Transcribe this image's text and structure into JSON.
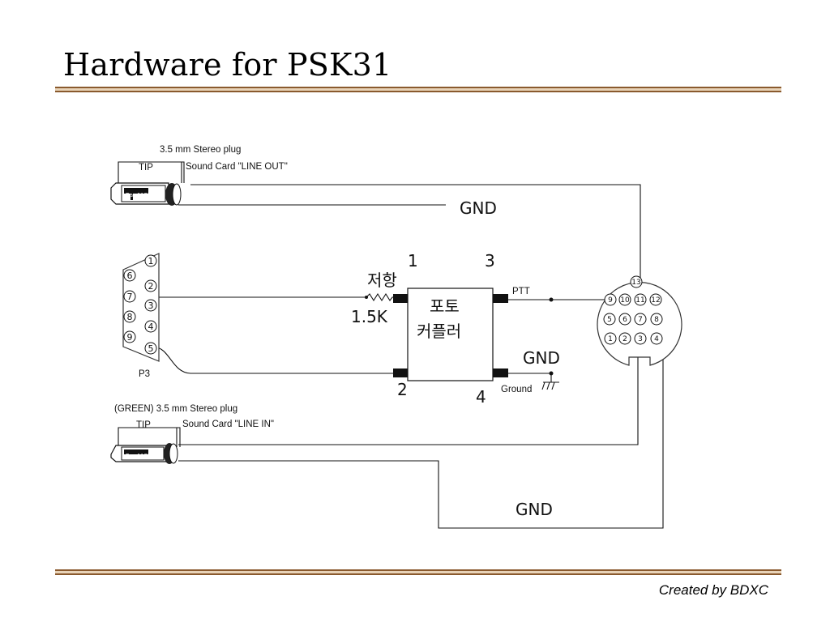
{
  "slide": {
    "title": "Hardware for PSK31",
    "footer": "Created by BDXC"
  },
  "diagram": {
    "plug_top": {
      "label": "3.5 mm Stereo plug",
      "tip": "TIP",
      "sound_card": "Sound Card \"LINE OUT\"",
      "body_text": "Bax4A83"
    },
    "plug_bottom": {
      "label": "(GREEN) 3.5 mm Stereo plug",
      "tip": "TIP",
      "sound_card": "Sound Card \"LINE IN\"",
      "body_text": "Bax4A83"
    },
    "db9": {
      "name": "P3",
      "pins_left": [
        "6",
        "7",
        "8",
        "9"
      ],
      "pins_right": [
        "1",
        "2",
        "3",
        "4",
        "5"
      ]
    },
    "optocoupler": {
      "line1": "포토",
      "line2": "커플러",
      "pin1": "1",
      "pin2": "2",
      "pin3": "3",
      "pin4": "4"
    },
    "resistor": {
      "label": "저항",
      "value": "1.5K"
    },
    "labels": {
      "ptt": "PTT",
      "gnd_top": "GND",
      "gnd_opto": "GND",
      "ground": "Ground",
      "gnd_bottom": "GND"
    },
    "din13": {
      "pins": [
        "13",
        "9",
        "10",
        "11",
        "12",
        "5",
        "6",
        "7",
        "8",
        "1",
        "2",
        "3",
        "4"
      ]
    }
  }
}
